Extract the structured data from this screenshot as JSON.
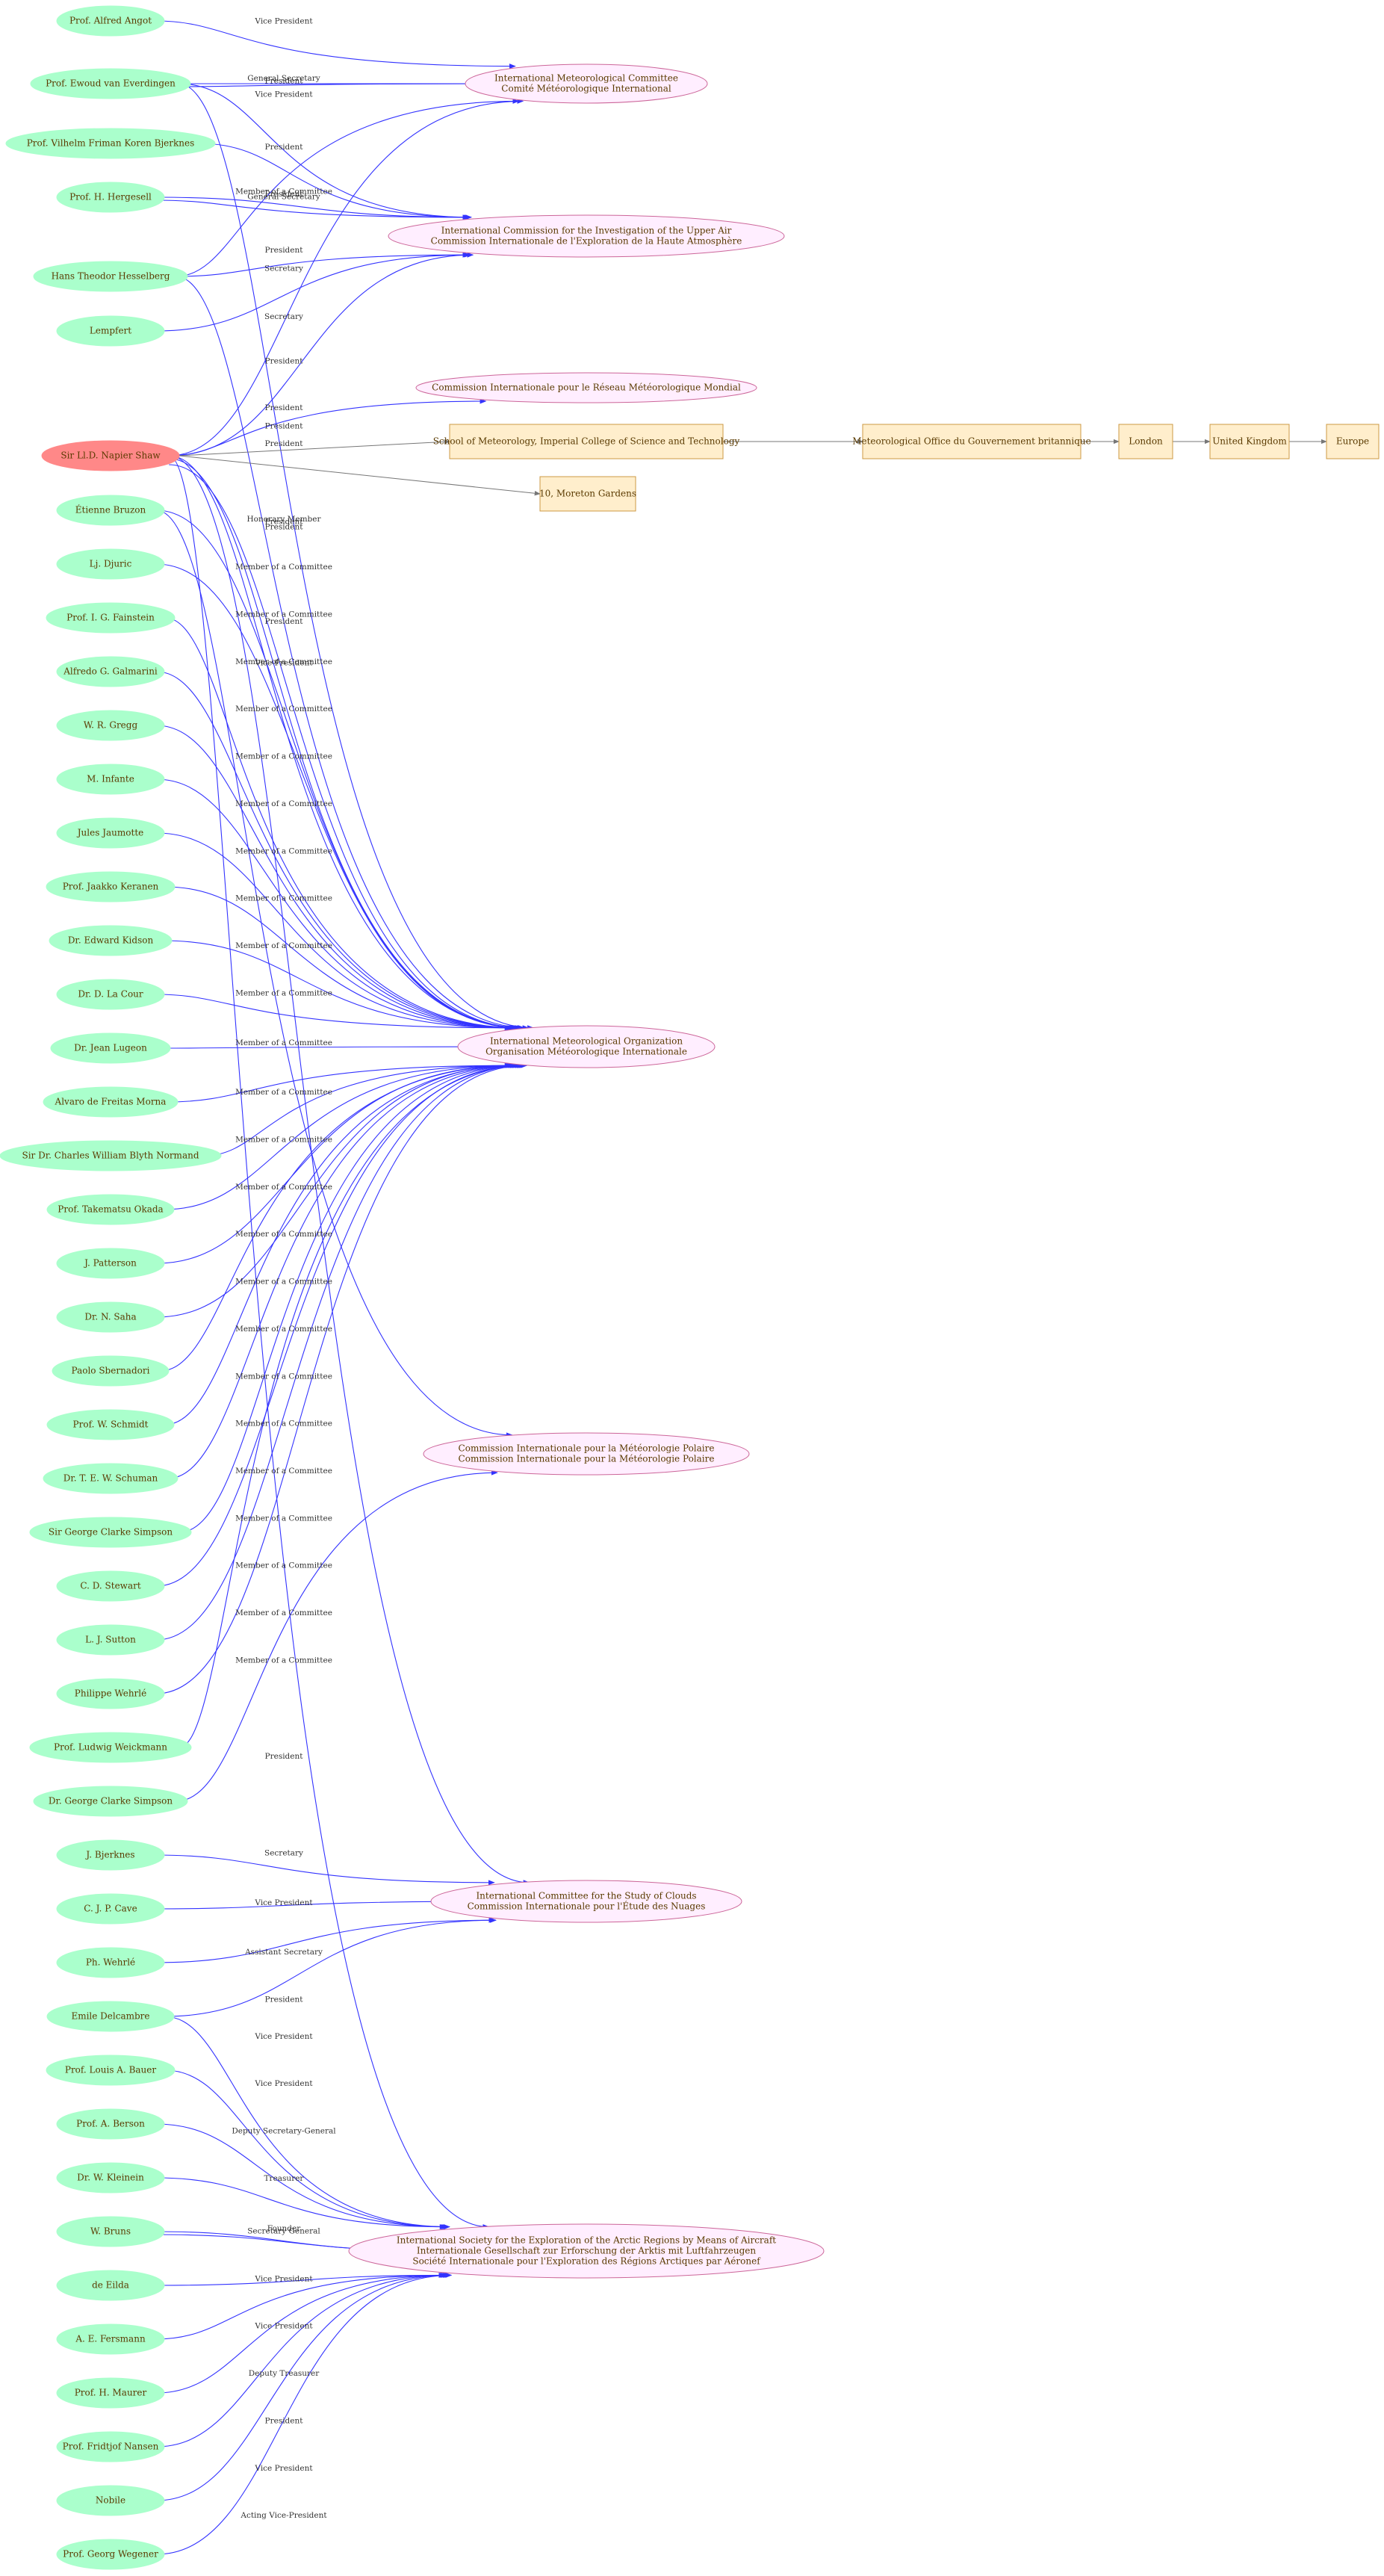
{
  "people": [
    {
      "id": "angot",
      "label": "Prof. Alfred Angot"
    },
    {
      "id": "everdingen",
      "label": "Prof. Ewoud van Everdingen"
    },
    {
      "id": "bjerknes_v",
      "label": "Prof. Vilhelm Friman Koren Bjerknes"
    },
    {
      "id": "hergesell",
      "label": "Prof. H. Hergesell"
    },
    {
      "id": "hesselberg",
      "label": "Hans Theodor Hesselberg"
    },
    {
      "id": "lempfert",
      "label": "Lempfert"
    },
    {
      "id": "shaw",
      "label": "Sir Ll.D. Napier Shaw"
    },
    {
      "id": "bruzon",
      "label": "Étienne Bruzon"
    },
    {
      "id": "djuric",
      "label": "Lj. Djuric"
    },
    {
      "id": "fainstein",
      "label": "Prof. I. G. Fainstein"
    },
    {
      "id": "galmarini",
      "label": "Alfredo G. Galmarini"
    },
    {
      "id": "gregg",
      "label": "W. R. Gregg"
    },
    {
      "id": "infante",
      "label": "M. Infante"
    },
    {
      "id": "jaumotte",
      "label": "Jules Jaumotte"
    },
    {
      "id": "keranen",
      "label": "Prof. Jaakko Keranen"
    },
    {
      "id": "kidson",
      "label": "Dr. Edward Kidson"
    },
    {
      "id": "lacour",
      "label": "Dr. D. La Cour"
    },
    {
      "id": "lugeon",
      "label": "Dr. Jean Lugeon"
    },
    {
      "id": "morna",
      "label": "Alvaro de Freitas Morna"
    },
    {
      "id": "normand",
      "label": "Sir Dr. Charles William Blyth Normand"
    },
    {
      "id": "okada",
      "label": "Prof. Takematsu Okada"
    },
    {
      "id": "patterson",
      "label": "J. Patterson"
    },
    {
      "id": "saha",
      "label": "Dr. N. Saha"
    },
    {
      "id": "sbernadori",
      "label": "Paolo Sbernadori"
    },
    {
      "id": "schmidt",
      "label": "Prof. W. Schmidt"
    },
    {
      "id": "schuman",
      "label": "Dr. T. E. W. Schuman"
    },
    {
      "id": "simpson_gc",
      "label": "Sir George Clarke Simpson"
    },
    {
      "id": "stewart",
      "label": "C. D. Stewart"
    },
    {
      "id": "sutton",
      "label": "L. J. Sutton"
    },
    {
      "id": "wehrle_p",
      "label": "Philippe Wehrlé"
    },
    {
      "id": "weickmann",
      "label": "Prof. Ludwig Weickmann"
    },
    {
      "id": "simpson_dr",
      "label": "Dr. George Clarke Simpson"
    },
    {
      "id": "bjerknes_j",
      "label": "J. Bjerknes"
    },
    {
      "id": "cave",
      "label": "C. J. P. Cave"
    },
    {
      "id": "wehrle_ph",
      "label": "Ph. Wehrlé"
    },
    {
      "id": "delcambre",
      "label": "Emile Delcambre"
    },
    {
      "id": "bauer",
      "label": "Prof. Louis A. Bauer"
    },
    {
      "id": "berson",
      "label": "Prof. A. Berson"
    },
    {
      "id": "kleinein",
      "label": "Dr. W. Kleinein"
    },
    {
      "id": "bruns",
      "label": "W. Bruns"
    },
    {
      "id": "eilda",
      "label": "de Eilda"
    },
    {
      "id": "fersmann",
      "label": "A. E. Fersmann"
    },
    {
      "id": "maurer",
      "label": "Prof. H. Maurer"
    },
    {
      "id": "nansen",
      "label": "Prof. Fridtjof Nansen"
    },
    {
      "id": "nobile",
      "label": "Nobile"
    },
    {
      "id": "wegener",
      "label": "Prof. Georg Wegener"
    }
  ],
  "organizations": [
    {
      "id": "imc",
      "lines": [
        "International Meteorological Committee",
        "Comité Météorologique International"
      ]
    },
    {
      "id": "icua",
      "lines": [
        "International Commission for the Investigation of the Upper Air",
        "Commission Internationale de l'Exploration de la Haute Atmosphère"
      ]
    },
    {
      "id": "cirmm",
      "lines": [
        "Commission Internationale pour le Réseau Météorologique Mondial"
      ]
    },
    {
      "id": "imo",
      "lines": [
        "International Meteorological Organization",
        "Organisation Météorologique Internationale"
      ]
    },
    {
      "id": "cimp",
      "lines": [
        "Commission Internationale pour la Météorologie Polaire",
        "Commission Internationale pour la Météorologie Polaire"
      ]
    },
    {
      "id": "icsc",
      "lines": [
        "International Committee for the Study of Clouds",
        "Commission Internationale pour l'Étude des Nuages"
      ]
    },
    {
      "id": "aeroarctic",
      "lines": [
        "International Society for the Exploration of the Arctic Regions by Means of Aircraft",
        "Internationale Gesellschaft zur Erforschung der Arktis mit Luftfahrzeugen",
        "Société Internationale pour l'Exploration des Régions Arctiques par Aéronef"
      ]
    }
  ],
  "places": [
    {
      "id": "imperial",
      "label": "School of Meteorology, Imperial College of Science and Technology"
    },
    {
      "id": "metoffice",
      "label": "Meteorological Office du Gouvernement britannique"
    },
    {
      "id": "london",
      "label": "London"
    },
    {
      "id": "uk",
      "label": "United Kingdom"
    },
    {
      "id": "europe",
      "label": "Europe"
    },
    {
      "id": "moreton",
      "label": "10, Moreton Gardens"
    }
  ],
  "edges": [
    {
      "from": "angot",
      "to": "imc",
      "label": "Vice President"
    },
    {
      "from": "everdingen",
      "to": "imc",
      "label": "General Secretary"
    },
    {
      "from": "everdingen",
      "to": "imc",
      "label": "President"
    },
    {
      "from": "everdingen",
      "to": "icua",
      "label": "Vice President"
    },
    {
      "from": "everdingen",
      "to": "imo",
      "label": "Member of a Committee"
    },
    {
      "from": "bjerknes_v",
      "to": "icua",
      "label": "President"
    },
    {
      "from": "hergesell",
      "to": "icua",
      "label": "President"
    },
    {
      "from": "hergesell",
      "to": "icua",
      "label": "General Secretary"
    },
    {
      "from": "hesselberg",
      "to": "imc",
      "label": "President"
    },
    {
      "from": "hesselberg",
      "to": "icua",
      "label": "Secretary"
    },
    {
      "from": "hesselberg",
      "to": "imo",
      "label": "President"
    },
    {
      "from": "lempfert",
      "to": "icua",
      "label": "Secretary"
    },
    {
      "from": "shaw",
      "to": "imc",
      "label": "President"
    },
    {
      "from": "shaw",
      "to": "icua",
      "label": "President"
    },
    {
      "from": "shaw",
      "to": "cirmm",
      "label": "President"
    },
    {
      "from": "shaw",
      "to": "imperial",
      "label": ""
    },
    {
      "from": "shaw",
      "to": "moreton",
      "label": ""
    },
    {
      "from": "shaw",
      "to": "imo",
      "label": "Honorary Member"
    },
    {
      "from": "shaw",
      "to": "imo",
      "label": "President"
    },
    {
      "from": "shaw",
      "to": "imo",
      "label": "President"
    },
    {
      "from": "shaw",
      "to": "icsc",
      "label": "President"
    },
    {
      "from": "shaw",
      "to": "aeroarctic",
      "label": "Vice President"
    },
    {
      "from": "imperial",
      "to": "metoffice",
      "label": ""
    },
    {
      "from": "metoffice",
      "to": "london",
      "label": ""
    },
    {
      "from": "london",
      "to": "uk",
      "label": ""
    },
    {
      "from": "uk",
      "to": "europe",
      "label": ""
    },
    {
      "from": "bruzon",
      "to": "imo",
      "label": "Member of a Committee"
    },
    {
      "from": "djuric",
      "to": "imo",
      "label": "Member of a Committee"
    },
    {
      "from": "fainstein",
      "to": "imo",
      "label": "Member of a Committee"
    },
    {
      "from": "galmarini",
      "to": "imo",
      "label": "Member of a Committee"
    },
    {
      "from": "gregg",
      "to": "imo",
      "label": "Member of a Committee"
    },
    {
      "from": "infante",
      "to": "imo",
      "label": "Member of a Committee"
    },
    {
      "from": "jaumotte",
      "to": "imo",
      "label": "Member of a Committee"
    },
    {
      "from": "keranen",
      "to": "imo",
      "label": "Member of a Committee"
    },
    {
      "from": "kidson",
      "to": "imo",
      "label": "Member of a Committee"
    },
    {
      "from": "lacour",
      "to": "imo",
      "label": "Member of a Committee"
    },
    {
      "from": "lugeon",
      "to": "imo",
      "label": "Member of a Committee"
    },
    {
      "from": "morna",
      "to": "imo",
      "label": "Member of a Committee"
    },
    {
      "from": "normand",
      "to": "imo",
      "label": "Member of a Committee"
    },
    {
      "from": "okada",
      "to": "imo",
      "label": "Member of a Committee"
    },
    {
      "from": "patterson",
      "to": "imo",
      "label": "Member of a Committee"
    },
    {
      "from": "saha",
      "to": "imo",
      "label": "Member of a Committee"
    },
    {
      "from": "sbernadori",
      "to": "imo",
      "label": "Member of a Committee"
    },
    {
      "from": "schmidt",
      "to": "imo",
      "label": "Member of a Committee"
    },
    {
      "from": "schuman",
      "to": "imo",
      "label": "Member of a Committee"
    },
    {
      "from": "simpson_gc",
      "to": "imo",
      "label": "Member of a Committee"
    },
    {
      "from": "stewart",
      "to": "imo",
      "label": "Member of a Committee"
    },
    {
      "from": "sutton",
      "to": "imo",
      "label": "Member of a Committee"
    },
    {
      "from": "wehrle_p",
      "to": "imo",
      "label": "Member of a Committee"
    },
    {
      "from": "weickmann",
      "to": "imo",
      "label": "Member of a Committee"
    },
    {
      "from": "bruzon",
      "to": "cimp",
      "label": ""
    },
    {
      "from": "simpson_dr",
      "to": "cimp",
      "label": "President"
    },
    {
      "from": "bjerknes_j",
      "to": "icsc",
      "label": "Secretary"
    },
    {
      "from": "cave",
      "to": "icsc",
      "label": "Vice President"
    },
    {
      "from": "wehrle_ph",
      "to": "icsc",
      "label": "Assistant Secretary"
    },
    {
      "from": "delcambre",
      "to": "icsc",
      "label": "President"
    },
    {
      "from": "delcambre",
      "to": "aeroarctic",
      "label": "Vice President"
    },
    {
      "from": "bauer",
      "to": "aeroarctic",
      "label": "Vice President"
    },
    {
      "from": "berson",
      "to": "aeroarctic",
      "label": "Deputy Secretary-General"
    },
    {
      "from": "kleinein",
      "to": "aeroarctic",
      "label": "Treasurer"
    },
    {
      "from": "bruns",
      "to": "aeroarctic",
      "label": "Founder"
    },
    {
      "from": "bruns",
      "to": "aeroarctic",
      "label": "Secretary General"
    },
    {
      "from": "eilda",
      "to": "aeroarctic",
      "label": "Vice President"
    },
    {
      "from": "fersmann",
      "to": "aeroarctic",
      "label": "Vice President"
    },
    {
      "from": "maurer",
      "to": "aeroarctic",
      "label": "Deputy Treasurer"
    },
    {
      "from": "nansen",
      "to": "aeroarctic",
      "label": "President"
    },
    {
      "from": "nobile",
      "to": "aeroarctic",
      "label": "Vice President"
    },
    {
      "from": "wegener",
      "to": "aeroarctic",
      "label": "Acting Vice-President"
    }
  ],
  "colors": {
    "person_fill": "#aaffcc",
    "highlight_fill": "#ff8888",
    "org_fill": "#ffeeff",
    "org_stroke": "#cc6699",
    "place_fill": "#ffeecc",
    "place_stroke": "#cc9944",
    "edge": "#3333ff",
    "edge_gray": "#777777"
  }
}
